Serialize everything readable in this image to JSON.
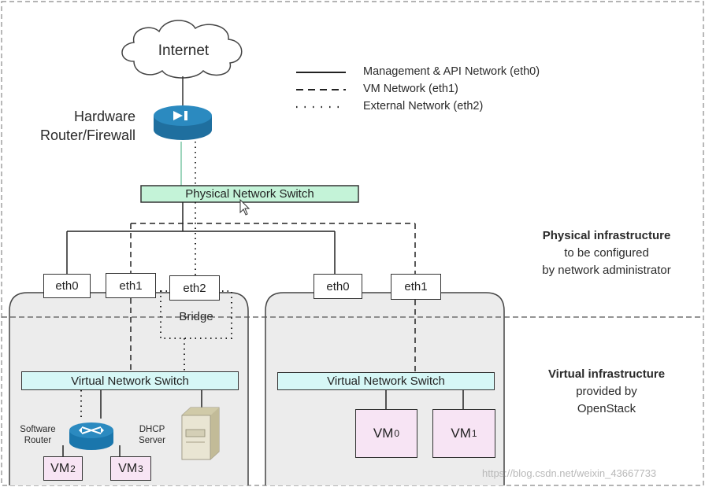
{
  "internet": "Internet",
  "router_label": [
    "Hardware",
    "Router/Firewall"
  ],
  "legend": [
    {
      "style": "solid",
      "label": "Management & API Network (eth0)"
    },
    {
      "style": "dashed",
      "label": "VM Network (eth1)"
    },
    {
      "style": "dotted",
      "label": "External Network (eth2)"
    }
  ],
  "physical_switch": "Physical Network Switch",
  "physical_infra": {
    "title": "Physical infrastructure",
    "lines": [
      "to be configured",
      "by network administrator"
    ]
  },
  "virtual_infra": {
    "title": "Virtual infrastructure",
    "lines": [
      "provided by",
      "OpenStack"
    ]
  },
  "left_node": {
    "ports": [
      "eth0",
      "eth1",
      "eth2"
    ],
    "bridge": "Bridge",
    "vswitch": "Virtual Network Switch",
    "software_router": [
      "Software",
      "Router"
    ],
    "dhcp_server": [
      "DHCP",
      "Server"
    ],
    "vms": [
      {
        "name": "VM",
        "sub": "2"
      },
      {
        "name": "VM",
        "sub": "3"
      }
    ]
  },
  "right_node": {
    "ports": [
      "eth0",
      "eth1"
    ],
    "vswitch": "Virtual Network Switch",
    "vms": [
      {
        "name": "VM",
        "sub": "0"
      },
      {
        "name": "VM",
        "sub": "1"
      }
    ]
  },
  "watermark": "https://blog.csdn.net/weixin_43667733",
  "colors": {
    "switch_fill": "#c4f3d8",
    "vswitch_fill": "#d6f7f6",
    "vm_fill": "#f7e4f4",
    "router_blue": "#1f7fb3",
    "node_fill": "#ececec"
  }
}
